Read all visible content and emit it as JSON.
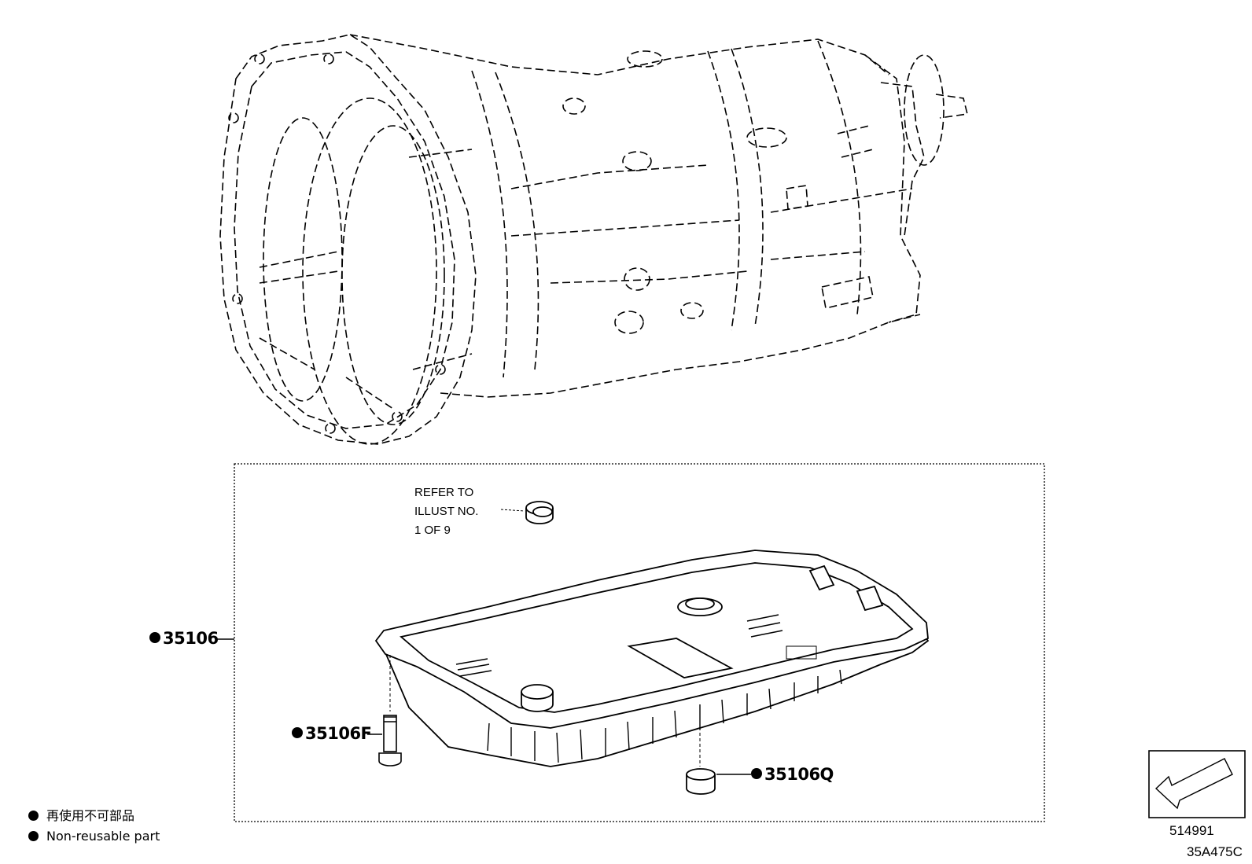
{
  "refer_note": {
    "line1": "REFER TO",
    "line2": "ILLUST NO.",
    "line3": "1 OF 9"
  },
  "callouts": {
    "oil_pan": "35106",
    "pan_bolt": "35106F",
    "drain_plug": "35106Q"
  },
  "legend": {
    "japanese": "再使用不可部品",
    "english": "Non-reusable part"
  },
  "codes": {
    "diagram_number": "514991",
    "illustration_code": "35A475C"
  }
}
